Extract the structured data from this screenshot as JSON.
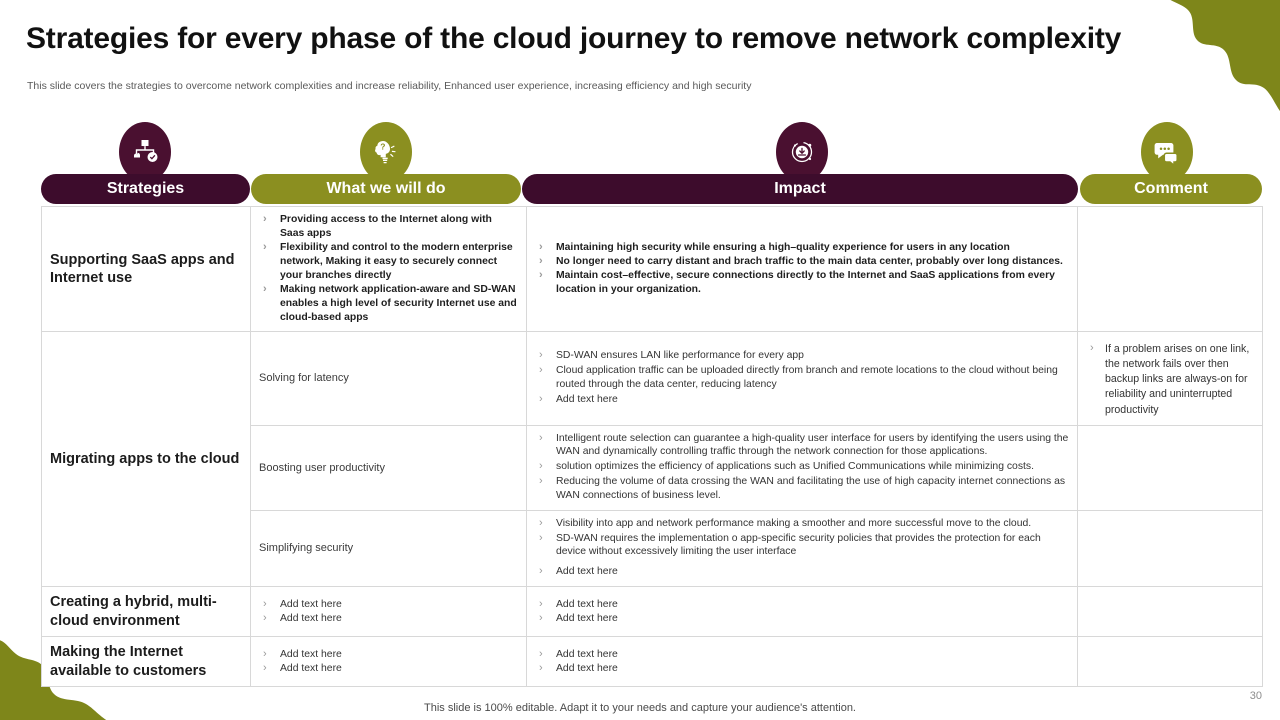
{
  "slide": {
    "title": "Strategies for every phase of the cloud journey to remove network complexity",
    "subtitle": "This slide covers the strategies to overcome network complexities and increase reliability, Enhanced user experience, increasing efficiency and high security",
    "footer_note": "This slide is 100% editable. Adapt it to your needs and capture your audience's attention.",
    "page_number": "30"
  },
  "colors": {
    "dark_plum": "#3d0c2c",
    "olive": "#8b8f20",
    "badge_plum": "#4a1030",
    "border": "#d8d8d8",
    "text": "#343434"
  },
  "columns": [
    {
      "label": "Strategies",
      "style": "dark",
      "icon": "strategy-network-icon"
    },
    {
      "label": "What we will do",
      "style": "olive",
      "icon": "brain-idea-icon"
    },
    {
      "label": "Impact",
      "style": "dark",
      "icon": "target-impact-icon"
    },
    {
      "label": "Comment",
      "style": "olive",
      "icon": "speech-bubbles-icon"
    }
  ],
  "rows": [
    {
      "strategy": "Supporting SaaS apps and Internet use",
      "what_bullets": [
        "Providing  access to the Internet along with Saas apps",
        "Flexibility  and control to the modern enterprise network, Making it easy to securely connect your  branches directly",
        "Making network application-aware and SD-WAN  enables a high level of security Internet use and cloud-based apps"
      ],
      "impact_bullets": [
        "Maintaining  high  security while ensuring a high–quality  experience for users in  any location",
        "No longer need to carry distant and brach traffic to the main data center, probably  over long  distances.",
        "Maintain  cost–effective, secure connections directly to the Internet and  SaaS applications from every location  in your organization."
      ],
      "comment_bullets": []
    },
    {
      "strategy": "Migrating apps to the cloud",
      "sub_rows": [
        {
          "what": "Solving for latency",
          "impact_bullets": [
            "SD-WAN  ensures LAN like performance for every  app",
            "Cloud application traffic can be uploaded directly from branch and remote locations to the cloud without being routed through the data center, reducing latency",
            "Add text here"
          ],
          "comment_bullets": [
            "If a problem arises on one link, the network fails over then backup links are always-on for reliability and uninterrupted productivity"
          ]
        },
        {
          "what": "Boosting user productivity",
          "impact_bullets": [
            "Intelligent route selection can guarantee a high-quality user interface for users by identifying the users using the WAN and dynamically controlling traffic through the network connection for those applications.",
            "solution optimizes the efficiency of applications such as Unified Communications while minimizing costs.",
            "Reducing the volume of data crossing the WAN and facilitating the use of high capacity internet connections as WAN connections of business level."
          ],
          "comment_bullets": []
        },
        {
          "what": "Simplifying security",
          "impact_bullets": [
            "Visibility into app and network performance making a smoother and more successful move to the cloud.",
            "SD-WAN requires the implementation o app-specific security policies that provides the protection for each device without excessively limiting the user interface",
            "Add text here"
          ],
          "comment_bullets": []
        }
      ]
    },
    {
      "strategy": "Creating a hybrid, multi-cloud environment",
      "what_bullets": [
        "Add text here",
        "Add text here"
      ],
      "impact_bullets": [
        "Add text here",
        "Add text here"
      ],
      "comment_bullets": []
    },
    {
      "strategy": "Making the Internet available to customers",
      "what_bullets": [
        "Add text here",
        "Add text here"
      ],
      "impact_bullets": [
        "Add text here",
        "Add text here"
      ],
      "comment_bullets": []
    }
  ]
}
